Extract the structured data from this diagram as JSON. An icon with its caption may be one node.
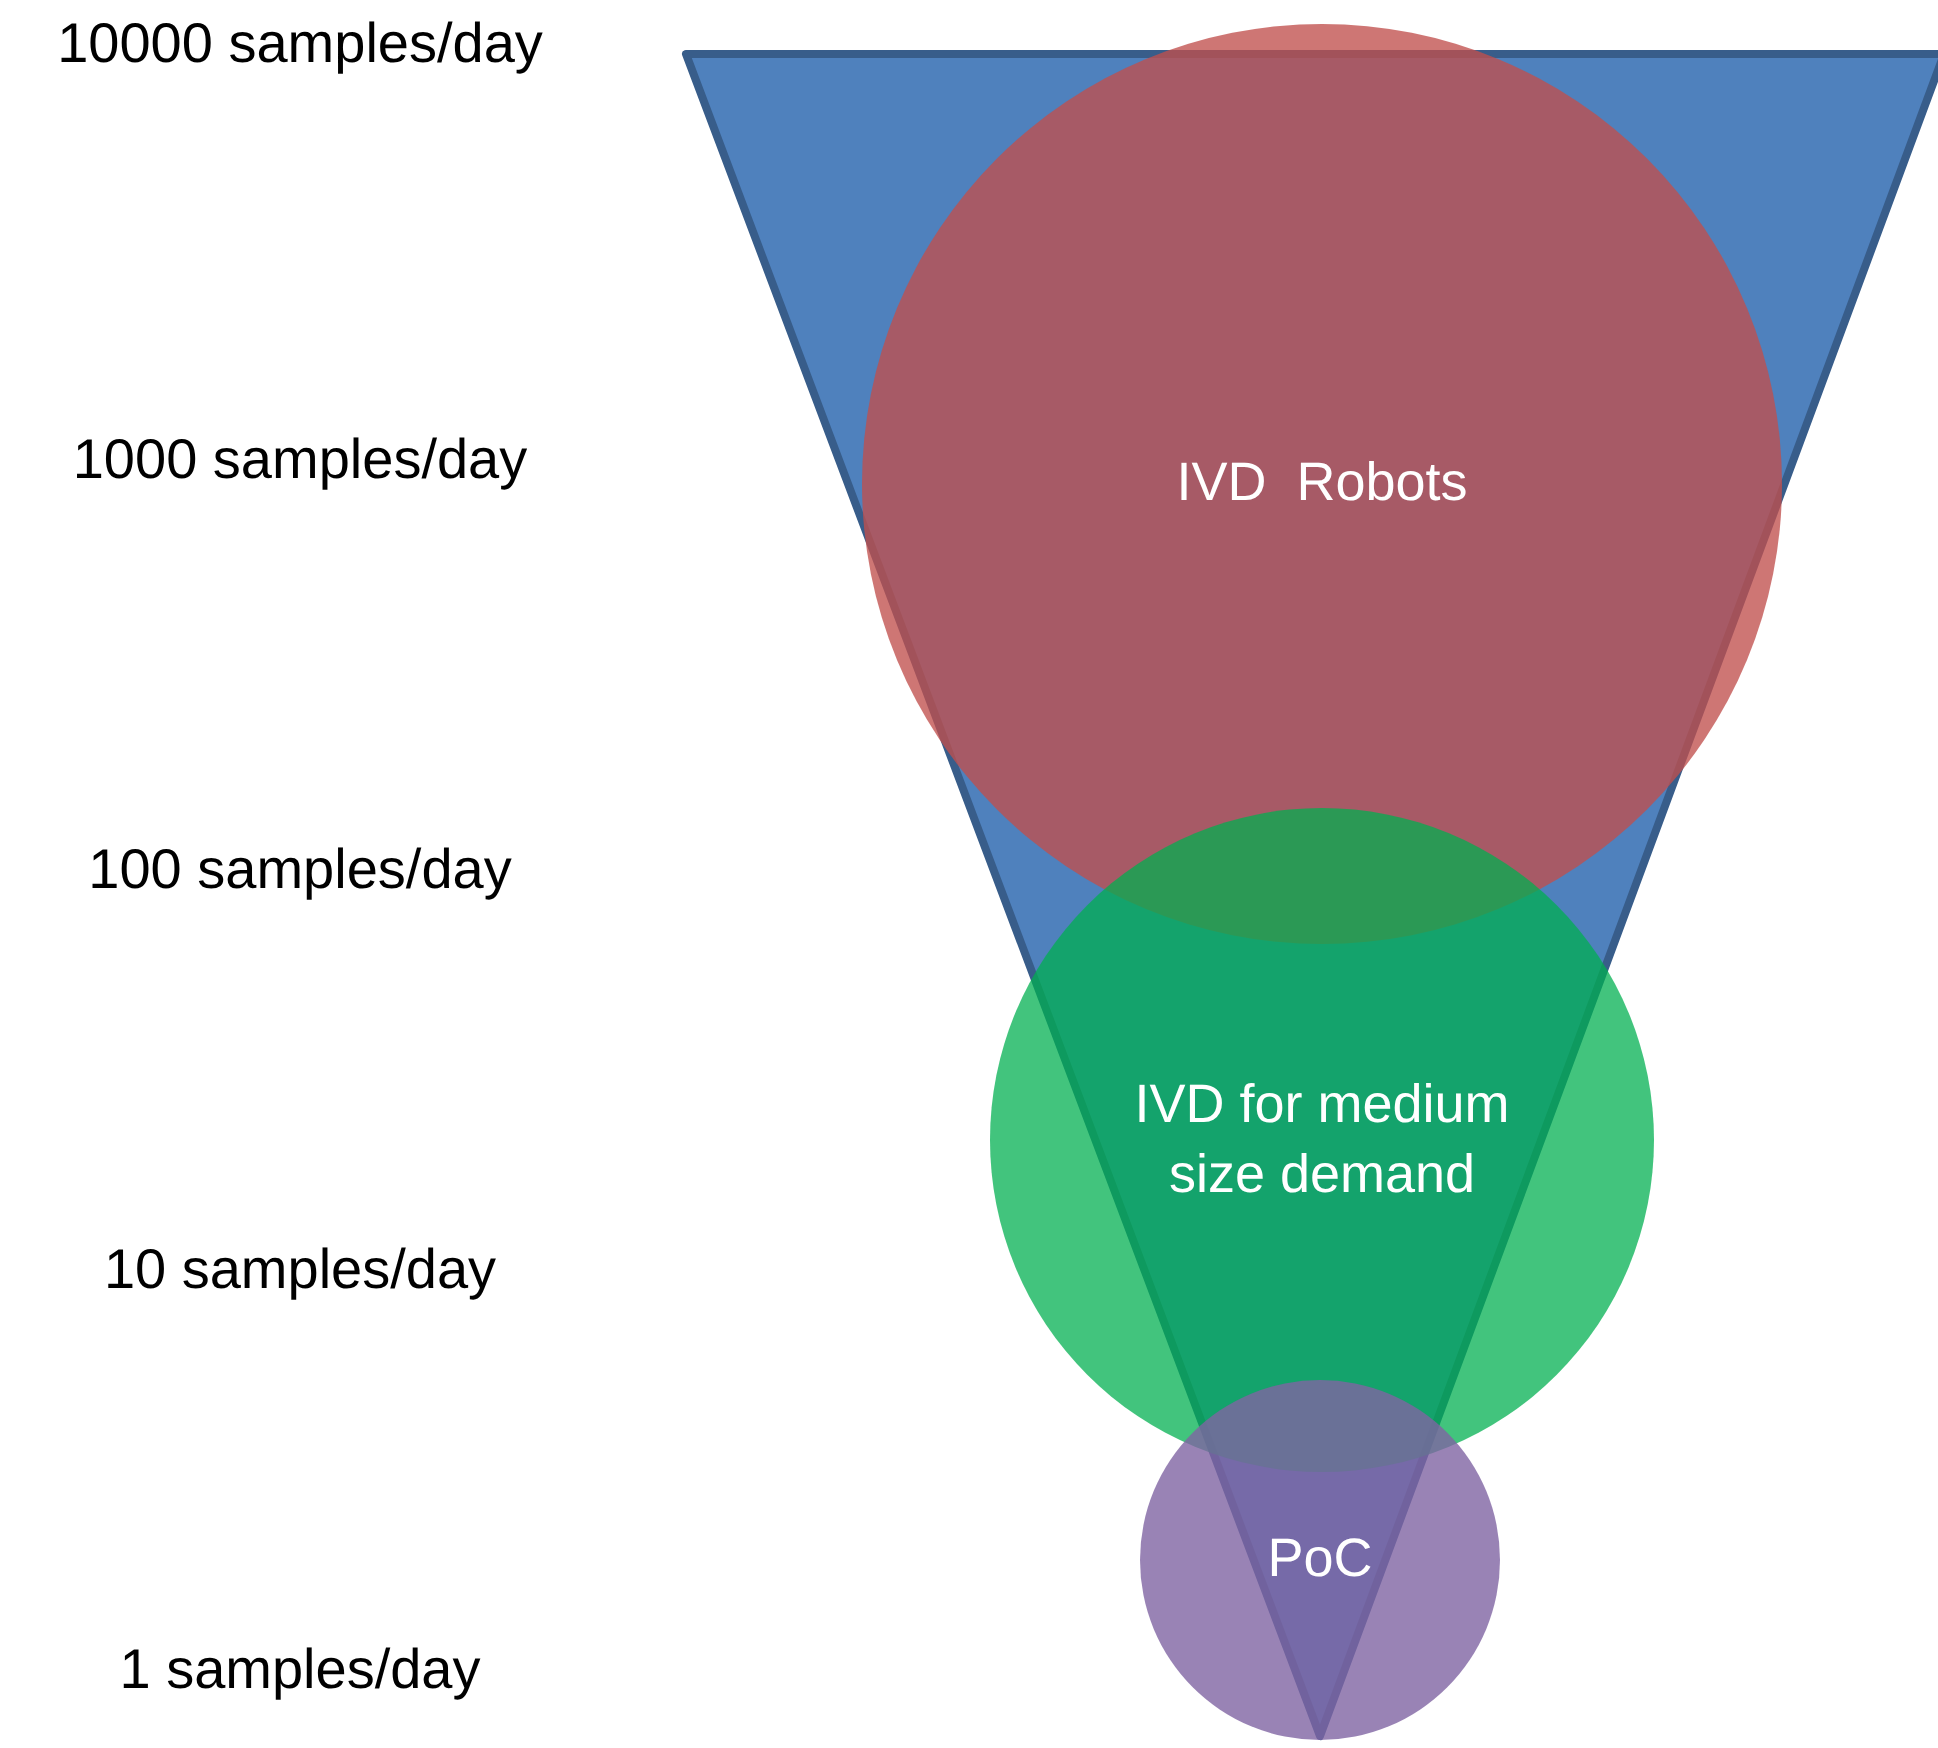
{
  "diagram": {
    "nodes": [
      {
        "text": [
          "IVD  Robots"
        ]
      },
      {
        "text": [
          "IVD for medium size demand"
        ]
      },
      {
        "text": [
          "PoC"
        ]
      }
    ],
    "labels": [
      "10000 samples/day",
      "1000 samples/day",
      "100 samples/day",
      "10 samples/day",
      "1 samples/day"
    ]
  }
}
